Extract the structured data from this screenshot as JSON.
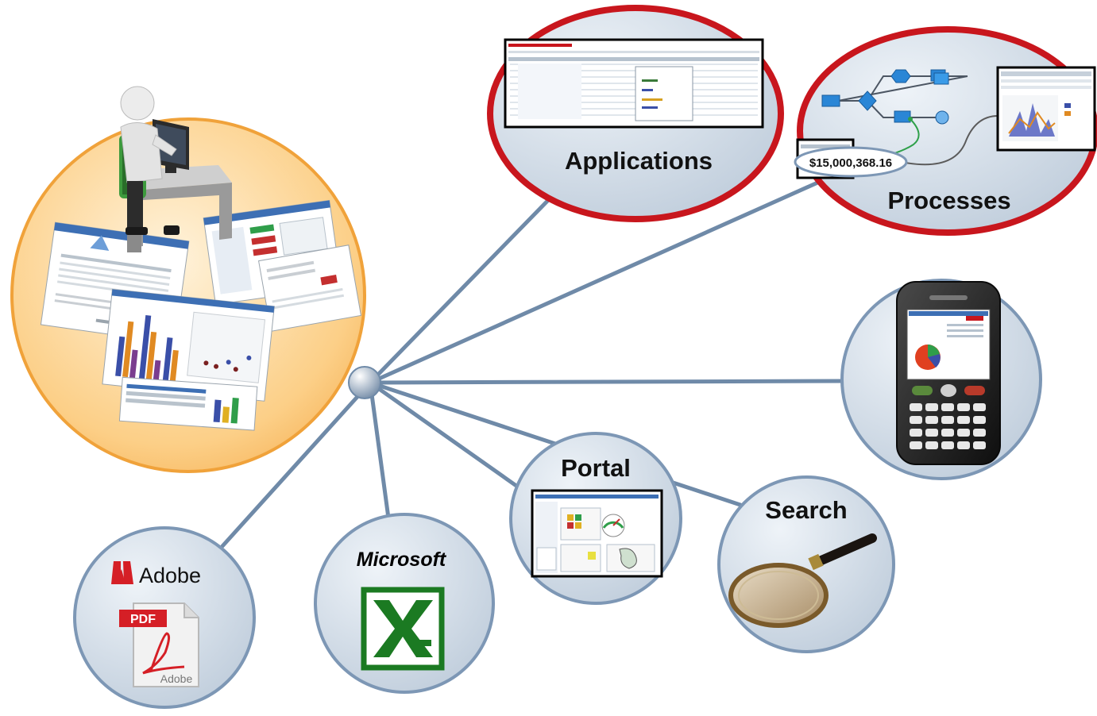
{
  "colors": {
    "connector": "#6f8aa8",
    "bubble_fill": "#d3dde8",
    "bubble_stroke": "#7d97b5",
    "red_ring": "#c8161d",
    "orange_ring": "#f0a23a",
    "orange_fill": "#fbd08a",
    "excel_green": "#1b7a22",
    "adobe_red": "#d51f26"
  },
  "nodes": {
    "applications": {
      "label": "Applications",
      "icon": "spreadsheet-screenshot"
    },
    "processes": {
      "label": "Processes",
      "value": "$15,000,368.16",
      "icon": "process-flow-diagram"
    },
    "portal": {
      "label": "Portal",
      "icon": "portal-dashboard-screenshot"
    },
    "search": {
      "label": "Search",
      "icon": "magnifying-glass"
    },
    "mobile": {
      "icon": "blackberry-phone"
    },
    "adobe": {
      "brand": "Adobe",
      "badge": "PDF",
      "icon": "adobe-pdf-document"
    },
    "microsoft": {
      "brand": "Microsoft",
      "icon": "excel-logo"
    },
    "user": {
      "icon": "user-at-desk-with-reports"
    }
  }
}
